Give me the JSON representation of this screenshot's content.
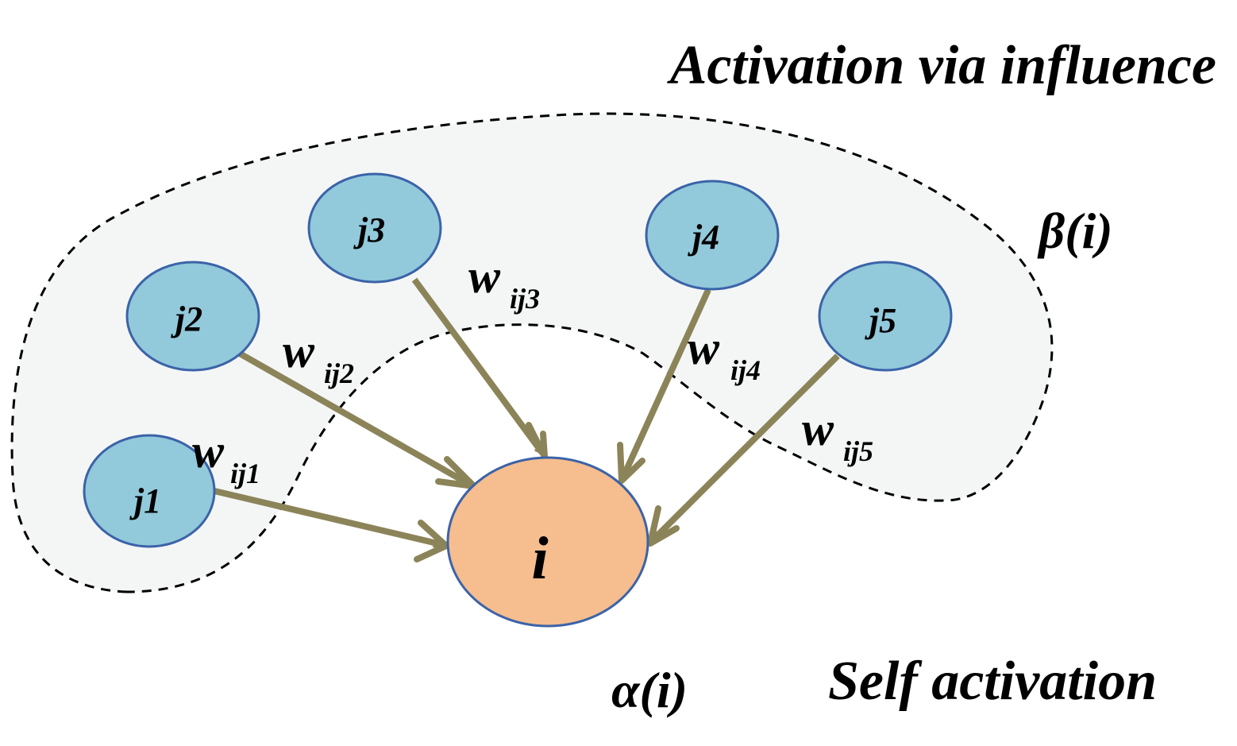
{
  "title": "Activation via influence",
  "beta_label": "β(i)",
  "alpha_label": "α(i)",
  "self_label": "Self activation",
  "colors": {
    "source_fill": "#92c9db",
    "source_stroke": "#3b63a8",
    "target_fill": "#f6bd8e",
    "target_stroke": "#3b63a8",
    "edge": "#8c8459",
    "region_fill": "#f4f6f6",
    "region_stroke": "#000000"
  },
  "nodes": {
    "j1": "j1",
    "j2": "j2",
    "j3": "j3",
    "j4": "j4",
    "j5": "j5",
    "i": "i"
  },
  "edges": {
    "w_symbol": "w",
    "w1": "ij1",
    "w2": "ij2",
    "w3": "ij3",
    "w4": "ij4",
    "w5": "ij5"
  }
}
